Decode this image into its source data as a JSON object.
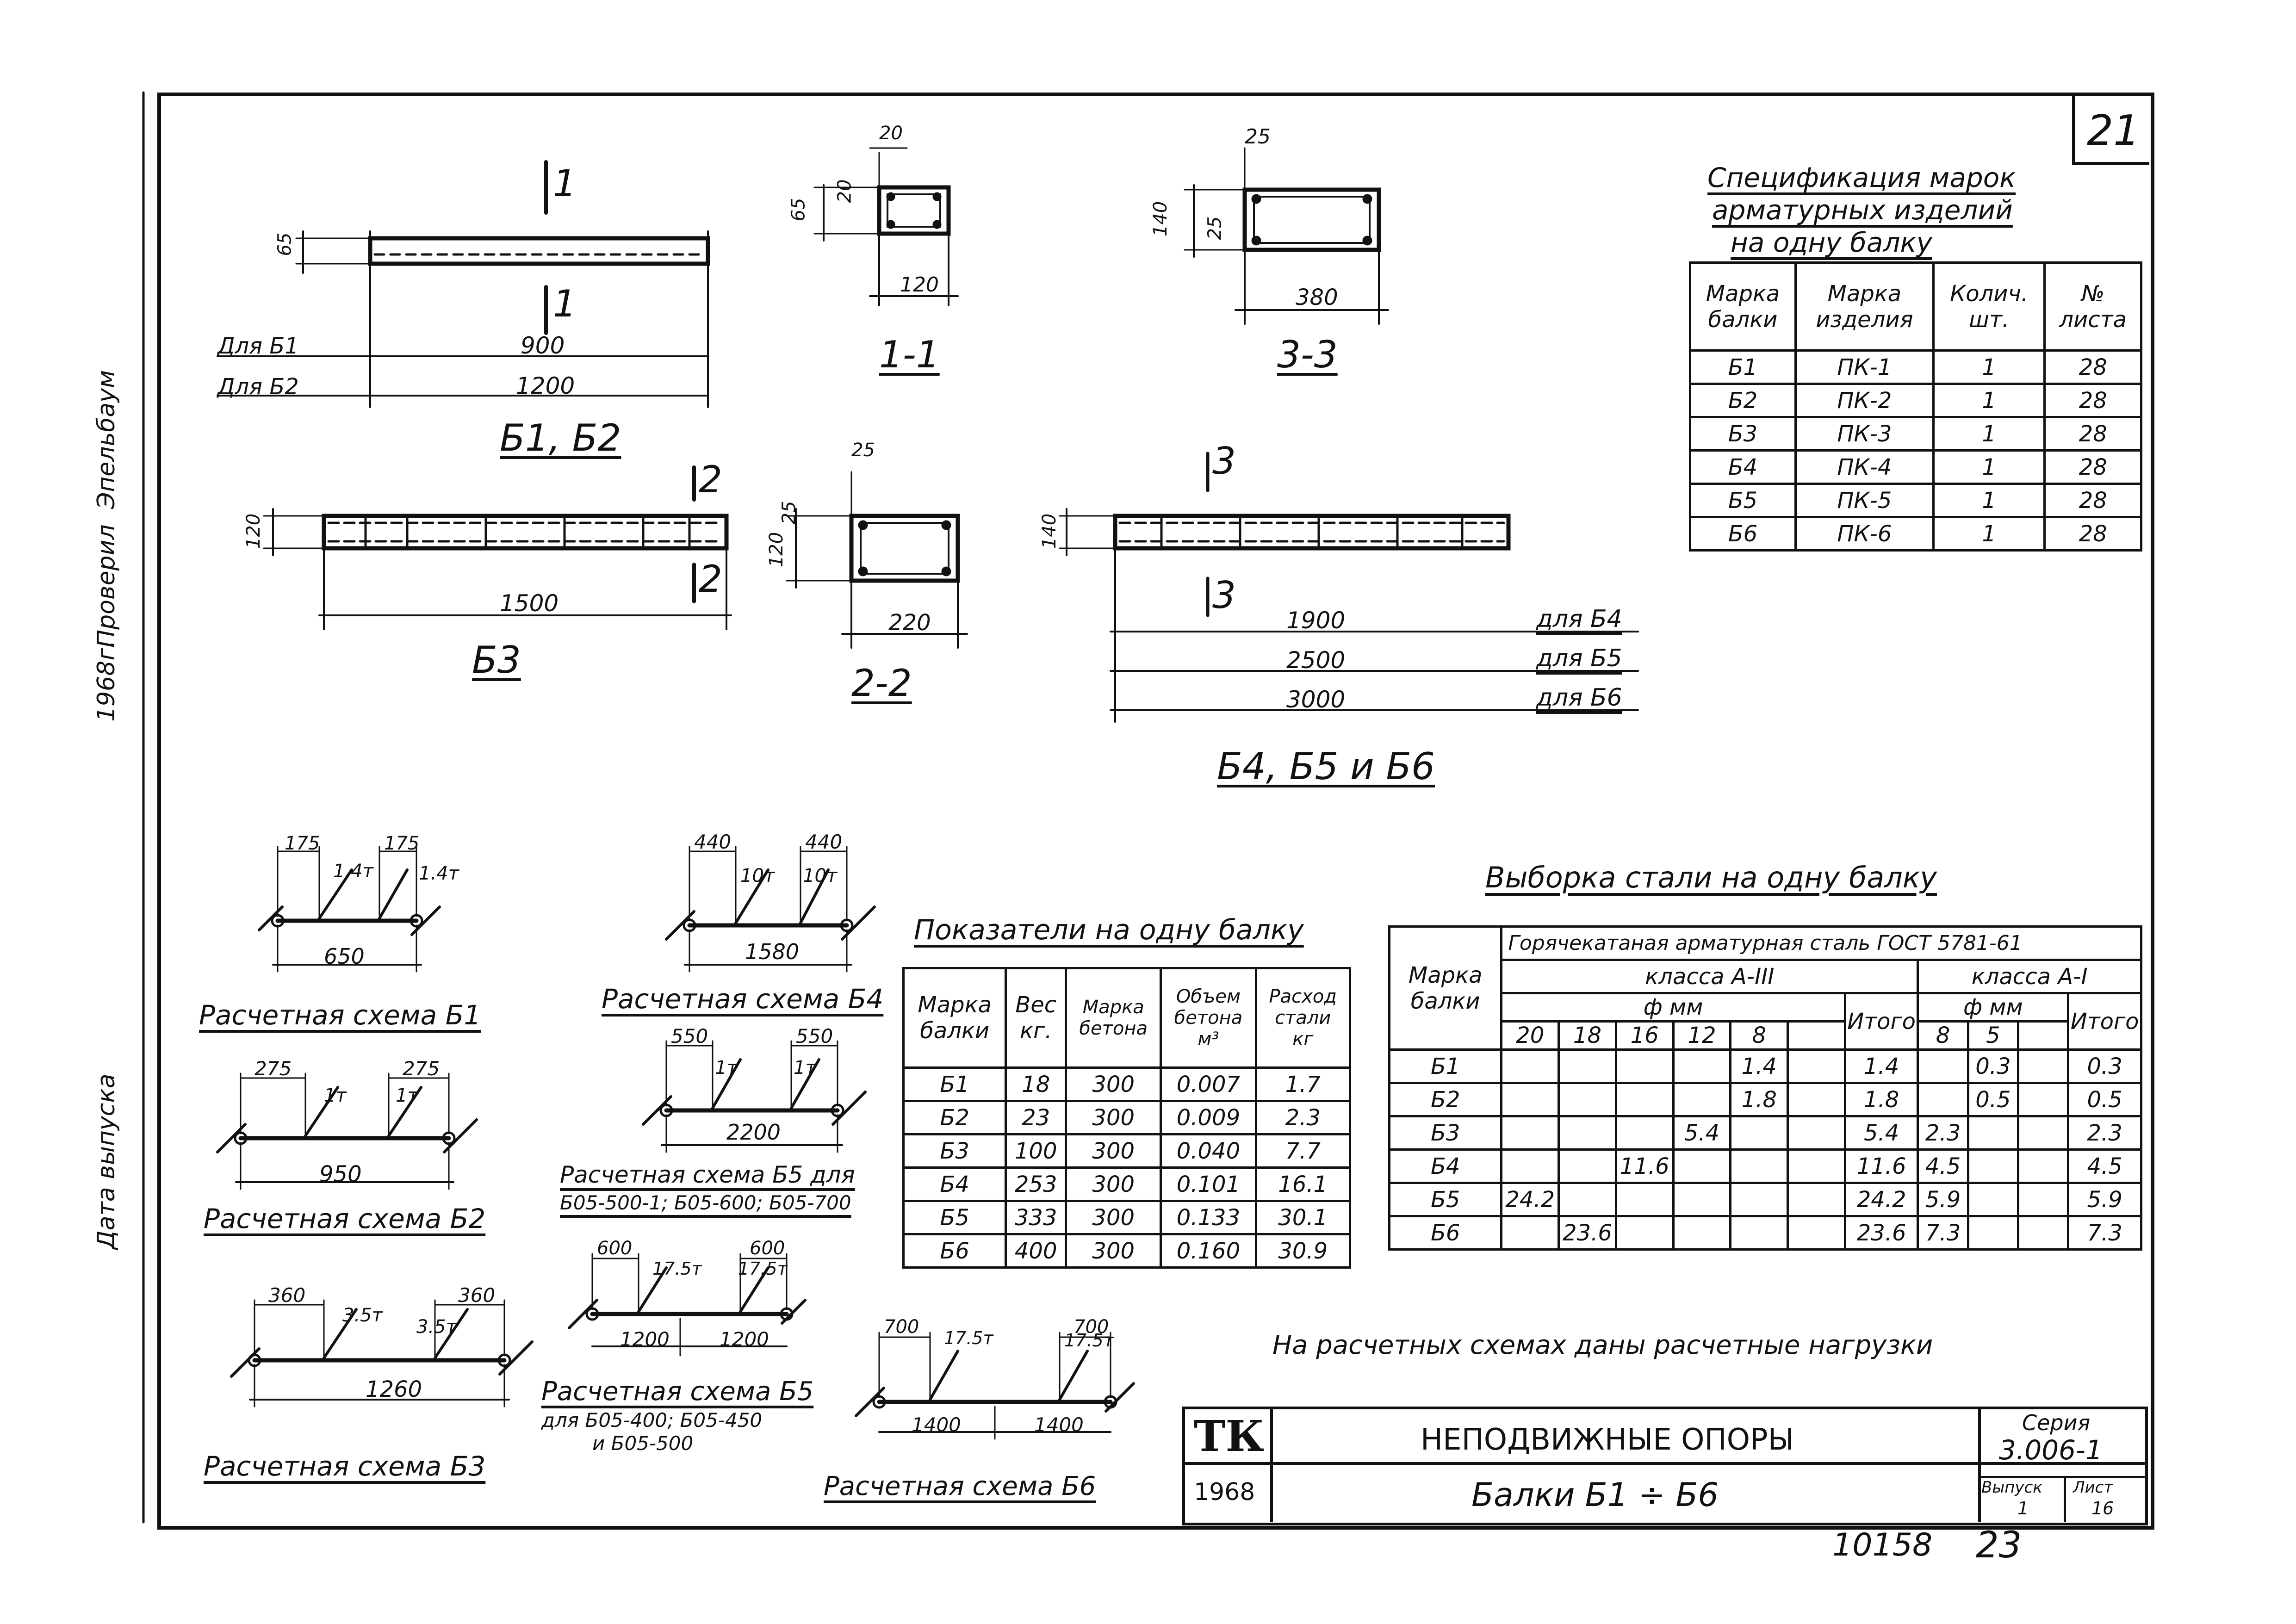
{
  "sheet": {
    "sheet_number": "21",
    "bottom_number": "10158",
    "bottom_page": "23",
    "margin_labels": [
      "1968г.",
      "Проверил",
      "Эпельбаум",
      "Дата выпуска"
    ]
  },
  "drawings": {
    "b1b2": {
      "section_mark_top": "1",
      "section_mark_bottom": "1",
      "height_dim": "65",
      "label_b1": "Для Б1",
      "label_b2": "Для Б2",
      "dim_b1": "900",
      "dim_b2": "1200",
      "title": "Б1, Б2"
    },
    "sec11": {
      "dims": [
        "20",
        "20",
        "65",
        "120"
      ],
      "title": "1-1"
    },
    "sec33": {
      "dims": [
        "25",
        "140",
        "25",
        "380"
      ],
      "title": "3-3"
    },
    "b3": {
      "section_mark_top": "2",
      "section_mark_bottom": "2",
      "height_dim": "120",
      "length": "1500",
      "title": "Б3"
    },
    "sec22": {
      "dims": [
        "25",
        "25",
        "120",
        "220"
      ],
      "title": "2-2"
    },
    "b456": {
      "section_mark_top": "3",
      "section_mark_bottom": "3",
      "height_dim": "140",
      "lengths": [
        "1900",
        "2500",
        "3000"
      ],
      "labels": [
        "для Б4",
        "для Б5",
        "для Б6"
      ],
      "title": "Б4, Б5 и Б6"
    }
  },
  "schemes": {
    "b1": {
      "offsets": [
        "175",
        "175"
      ],
      "loads": [
        "1.4т",
        "1.4т"
      ],
      "span": "650",
      "title": "Расчетная схема Б1"
    },
    "b2": {
      "offsets": [
        "275",
        "275"
      ],
      "loads": [
        "1т",
        "1т"
      ],
      "span": "950",
      "title": "Расчетная схема Б2"
    },
    "b3": {
      "offsets": [
        "360",
        "360"
      ],
      "loads": [
        "3.5т",
        "3.5т"
      ],
      "span": "1260",
      "title": "Расчетная схема Б3"
    },
    "b4": {
      "offsets": [
        "440",
        "440"
      ],
      "loads": [
        "10т",
        "10т"
      ],
      "span": "1580",
      "title": "Расчетная схема Б4"
    },
    "b5a": {
      "offsets": [
        "550",
        "550"
      ],
      "loads": [
        "1т",
        "1т"
      ],
      "span": "2200",
      "title": "Расчетная схема Б5 для",
      "subtitle": "Б05-500-1; Б05-600; Б05-700"
    },
    "b5b": {
      "offsets": [
        "600",
        "600"
      ],
      "loads": [
        "17.5т",
        "17.5т"
      ],
      "spans": [
        "1200",
        "1200"
      ],
      "title": "Расчетная схема Б5",
      "subtitle1": "для Б05-400; Б05-450",
      "subtitle2": "и Б05-500"
    },
    "b6": {
      "offsets": [
        "700",
        "700"
      ],
      "loads": [
        "17.5т",
        "17.5т"
      ],
      "spans": [
        "1400",
        "1400"
      ],
      "title": "Расчетная схема Б6"
    }
  },
  "spec_table": {
    "title_lines": [
      "Спецификация марок",
      "арматурных изделий",
      "на одну балку"
    ],
    "headers": [
      [
        "Марка",
        "балки"
      ],
      [
        "Марка",
        "изделия"
      ],
      [
        "Колич.",
        "шт."
      ],
      [
        "№",
        "листа"
      ]
    ],
    "rows": [
      [
        "Б1",
        "ПК-1",
        "1",
        "28"
      ],
      [
        "Б2",
        "ПК-2",
        "1",
        "28"
      ],
      [
        "Б3",
        "ПК-3",
        "1",
        "28"
      ],
      [
        "Б4",
        "ПК-4",
        "1",
        "28"
      ],
      [
        "Б5",
        "ПК-5",
        "1",
        "28"
      ],
      [
        "Б6",
        "ПК-6",
        "1",
        "28"
      ]
    ]
  },
  "indicators_table": {
    "title": "Показатели на одну балку",
    "headers": [
      [
        "Марка",
        "балки"
      ],
      [
        "Вес",
        "кг."
      ],
      [
        "Марка",
        "бетона"
      ],
      [
        "Объем",
        "бетона",
        "м³"
      ],
      [
        "Расход",
        "стали",
        "кг"
      ]
    ],
    "rows": [
      [
        "Б1",
        "18",
        "300",
        "0.007",
        "1.7"
      ],
      [
        "Б2",
        "23",
        "300",
        "0.009",
        "2.3"
      ],
      [
        "Б3",
        "100",
        "300",
        "0.040",
        "7.7"
      ],
      [
        "Б4",
        "253",
        "300",
        "0.101",
        "16.1"
      ],
      [
        "Б5",
        "333",
        "300",
        "0.133",
        "30.1"
      ],
      [
        "Б6",
        "400",
        "300",
        "0.160",
        "30.9"
      ]
    ]
  },
  "steel_table": {
    "title": "Выборка стали на одну балку",
    "h_mark": [
      "Марка",
      "балки"
    ],
    "h_group": "Горячекатаная арматурная сталь ГОСТ 5781-61",
    "h_class3": "класса А-III",
    "h_class1": "класса А-I",
    "h_phi": "ф мм",
    "h_total": "Итого",
    "d3": [
      "20",
      "18",
      "16",
      "12",
      "8",
      ""
    ],
    "d1": [
      "8",
      "5",
      ""
    ],
    "rows": [
      [
        "Б1",
        "",
        "",
        "",
        "",
        "1.4",
        "",
        "1.4",
        "",
        "0.3",
        "",
        "0.3"
      ],
      [
        "Б2",
        "",
        "",
        "",
        "",
        "1.8",
        "",
        "1.8",
        "",
        "0.5",
        "",
        "0.5"
      ],
      [
        "Б3",
        "",
        "",
        "",
        "5.4",
        "",
        "",
        "5.4",
        "2.3",
        "",
        "",
        "2.3"
      ],
      [
        "Б4",
        "",
        "",
        "11.6",
        "",
        "",
        "",
        "11.6",
        "4.5",
        "",
        "",
        "4.5"
      ],
      [
        "Б5",
        "24.2",
        "",
        "",
        "",
        "",
        "",
        "24.2",
        "5.9",
        "",
        "",
        "5.9"
      ],
      [
        "Б6",
        "",
        "23.6",
        "",
        "",
        "",
        "",
        "23.6",
        "7.3",
        "",
        "",
        "7.3"
      ]
    ]
  },
  "note": "На расчетных схемах даны расчетные нагрузки",
  "title_block": {
    "logo": "ТК",
    "year": "1968",
    "name": "НЕПОДВИЖНЫЕ ОПОРЫ",
    "subname": "Балки Б1 ÷ Б6",
    "series_label": "Серия",
    "series": "3.006-1",
    "issue_label": "Выпуск",
    "issue": "1",
    "sheet_label": "Лист",
    "sheet": "16"
  }
}
